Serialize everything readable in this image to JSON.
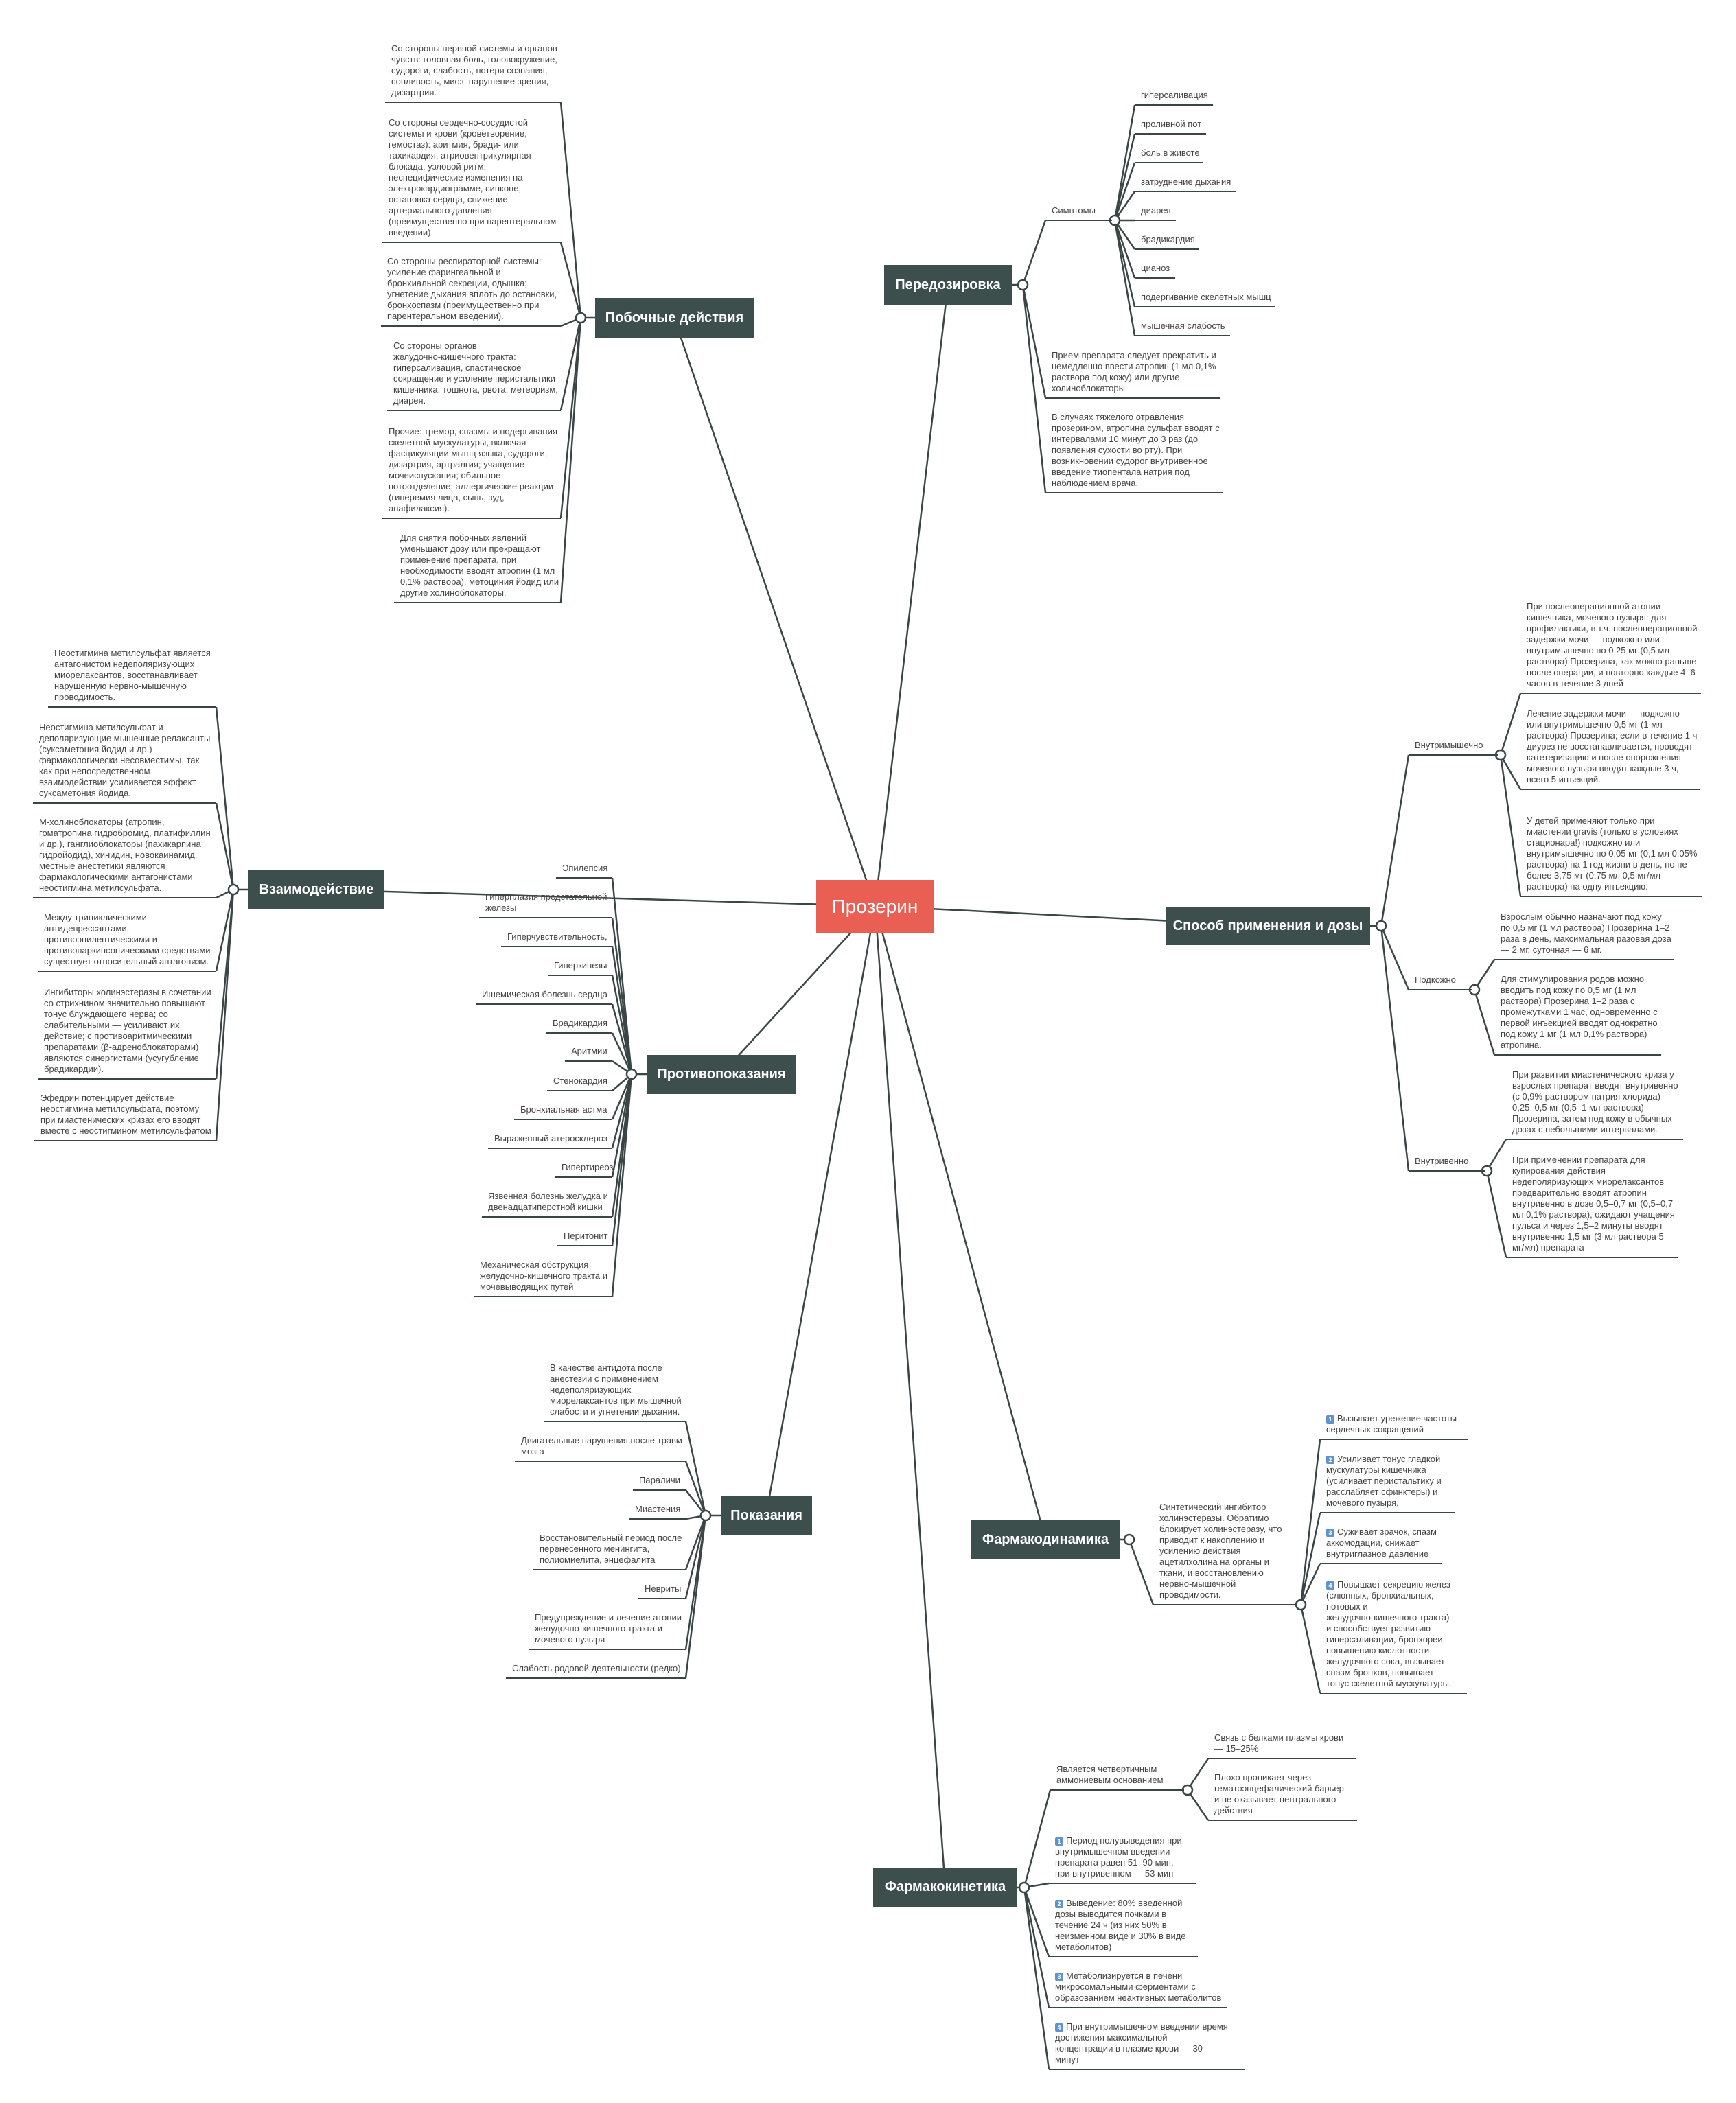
{
  "center": "Прозерин",
  "side_effects": {
    "title": "Побочные действия",
    "items": [
      "Со стороны нервной системы и органов\nчувств: головная боль, головокружение,\nсудороги, слабость, потеря сознания,\nсонливость, миоз, нарушение зрения,\nдизартрия.",
      "Со стороны сердечно-сосудистой\nсистемы и крови (кроветворение,\nгемостаз): аритмия, бради- или\nтахикардия, атриовентрикулярная\nблокада, узловой ритм,\nнеспецифические изменения на\nэлектрокардиограмме, синкопе,\nостановка сердца, снижение\nартериального давления\n(преимущественно при парентеральном\nвведении).",
      "Со стороны респираторной системы:\nусиление фарингеальной и\nбронхиальной секреции, одышка;\nугнетение дыхания вплоть до остановки,\nбронхоспазм (преимущественно при\nпарентеральном введении).",
      "Со стороны органов\nжелудочно-кишечного тракта:\nгиперсаливация, спастическое\nсокращение и усиление перистальтики\nкишечника, тошнота, рвота, метеоризм,\nдиарея.",
      "Прочие: тремор, спазмы и подергивания\nскелетной мускулатуры, включая\nфасцикуляции мышц языка, судороги,\nдизартрия, артралгия; учащение\nмочеиспускания; обильное\nпотоотделение; аллергические реакции\n(гиперемия лица, сыпь, зуд,\nанафилаксия).",
      "Для снятия побочных явлений\nуменьшают дозу или прекращают\nприменение препарата, при\nнеобходимости вводят атропин (1 мл\n0,1% раствора), метоциния йодид или\nдругие холиноблокаторы."
    ]
  },
  "overdose": {
    "title": "Передозировка",
    "symptoms_label": "Симптомы",
    "symptoms": [
      "гиперсаливация",
      "проливной пот",
      "боль в животе",
      "затруднение дыхания",
      "диарея",
      "брадикардия",
      "цианоз",
      "подергивание скелетных мышц",
      "мышечная слабость"
    ],
    "items": [
      "Прием препарата следует прекратить и\nнемедленно ввести атропин (1 мл 0,1%\nраствора под кожу) или другие\nхолиноблокаторы",
      "В случаях тяжелого отравления\nпрозерином, атропина сульфат вводят с\nинтервалами 10 минут до 3 раз (до\nпоявления сухости во рту). При\nвозникновении судорог внутривенное\nвведение тиопентала натрия под\nнаблюдением врача."
    ]
  },
  "interaction": {
    "title": "Взаимодействие",
    "items": [
      "Неостигмина метилсульфат является\nантагонистом недеполяризующих\nмиорелаксантов, восстанавливает\nнарушенную нервно-мышечную\nпроводимость.",
      "Неостигмина метилсульфат и\nдеполяризующие мышечные релаксанты\n(суксаметония йодид и др.)\nфармакологически несовместимы, так\nкак при непосредственном\nвзаимодействии усиливается эффект\nсуксаметония йодида.",
      "М-холиноблокаторы (атропин,\nгоматропина гидробромид, платифиллин\nи др.), ганглиоблокаторы (пахикарпина\nгидройодид), хинидин, новокаинамид,\nместные анестетики являются\nфармакологическими антагонистами\nнеостигмина метилсульфата.",
      "Между трициклическими\nантидепрессантами,\nпротивоэпилептическими и\nпротивопаркинсоническими средствами\nсуществует относительный антагонизм.",
      "Ингибиторы холинэстеразы в сочетании\nсо стрихнином значительно повышают\nтонус блуждающего нерва; со\nслабительными — усиливают их\nдействие; с противоаритмическими\nпрепаратами (β-адреноблокаторами)\nявляются синергистами (усугубление\nбрадикардии).",
      "Эфедрин потенцирует действие\nнеостигмина метилсульфата, поэтому\nпри миастенических кризах его вводят\nвместе с неостигмином метилсульфатом"
    ]
  },
  "contraindications": {
    "title": "Противопоказания",
    "items": [
      "Эпилепсия",
      "Гиперплазия предстательной\nжелезы",
      "Гиперчувствительность,",
      "Гиперкинезы",
      "Ишемическая болезнь сердца",
      "Брадикардия",
      "Аритмии",
      "Стенокардия",
      "Бронхиальная астма",
      "Выраженный атеросклероз",
      "Гипертиреоз",
      "Язвенная болезнь желудка и\nдвенадцатиперстной кишки",
      "Перитонит",
      "Механическая обструкция\nжелудочно-кишечного тракта и\nмочевыводящих путей"
    ]
  },
  "indications": {
    "title": "Показания",
    "items": [
      "В качестве антидота после\nанестезии с применением\nнедеполяризующих\nмиорелаксантов при мышечной\nслабости и угнетении дыхания.",
      "Двигательные нарушения после травм\nмозга",
      "Параличи",
      "Миастения",
      "Восстановительный период после\nперенесенного менингита,\nполиомиелита, энцефалита",
      "Невриты",
      "Предупреждение и лечение атонии\nжелудочно-кишечного тракта и\nмочевого пузыря",
      "Слабость родовой деятельности (редко)"
    ]
  },
  "dosing": {
    "title": "Способ применения и дозы",
    "im": {
      "label": "Внутримышечно",
      "items": [
        "При послеоперационной атонии\nкишечника, мочевого пузыря: для\nпрофилактики, в т.ч. послеоперационной\nзадержки мочи — подкожно или\nвнутримышечно по 0,25 мг (0,5 мл\nраствора) Прозерина, как можно раньше\nпосле операции, и повторно каждые 4–6\nчасов в течение 3 дней",
        "Лечение задержки мочи — подкожно\nили внутримышечно 0,5 мг (1 мл\nраствора) Прозерина; если в течение 1 ч\nдиурез не восстанавливается, проводят\nкатетеризацию и после опорожнения\nмочевого пузыря вводят каждые 3 ч,\nвсего 5 инъекций.",
        "У детей применяют только при\nмиастении gravis (только в условиях\nстационара!) подкожно или\nвнутримышечно по 0,05 мг (0,1 мл 0,05%\nраствора) на 1 год жизни в день, но не\nболее 3,75 мг (0,75 мл 0,5 мг/мл\nраствора) на одну инъекцию."
      ]
    },
    "sc": {
      "label": "Подкожно",
      "items": [
        "Взрослым обычно назначают под кожу\nпо 0,5 мг (1 мл раствора) Прозерина 1–2\nраза в день, максимальная разовая доза\n— 2 мг, суточная — 6 мг.",
        "Для стимулирования родов можно\nвводить под кожу по 0,5 мг (1 мл\nраствора) Прозерина 1–2 раза с\nпромежутками 1 час, одновременно с\nпервой инъекцией вводят однократно\nпод кожу 1 мг (1 мл 0,1% раствора)\nатропина."
      ]
    },
    "iv": {
      "label": "Внутривенно",
      "items": [
        "При развитии миастенического криза у\nвзрослых препарат вводят внутривенно\n(с 0,9% раствором натрия хлорида) —\n0,25–0,5 мг (0,5–1 мл раствора)\nПрозерина, затем под кожу в обычных\nдозах с небольшими интервалами.",
        "При применении препарата для\nкупирования действия\nнедеполяризующих миорелаксантов\nпредварительно вводят атропин\nвнутривенно в дозе 0,5–0,7 мг (0,5–0,7\nмл 0,1% раствора), ожидают учащения\nпульса и через 1,5–2 минуты вводят\nвнутривенно 1,5 мг (3 мл раствора 5\nмг/мл) препарата"
      ]
    }
  },
  "pharmacodynamics": {
    "title": "Фармакодинамика",
    "summary": "Синтетический ингибитор\nхолинэстеразы. Обратимо\nблокирует холинэстеразу, что\nприводит к накоплению и\nусилению действия\nацетилхолина на органы и\nткани, и восстановлению\nнервно-мышечной\nпроводимости.",
    "items": [
      {
        "n": "1",
        "text": "Вызывает урежение частоты\nсердечных сокращений"
      },
      {
        "n": "2",
        "text": "Усиливает тонус гладкой\nмускулатуры кишечника\n(усиливает перистальтику и\nрасслабляет сфинктеры) и\nмочевого пузыря,"
      },
      {
        "n": "3",
        "text": "Суживает зрачок, спазм\nаккомодации, снижает\nвнутриглазное давление"
      },
      {
        "n": "4",
        "text": "Повышает секрецию желез\n(слюнных, бронхиальных,\nпотовых и\nжелудочно-кишечного тракта)\nи способствует развитию\nгиперсаливации, бронхореи,\nповышению кислотности\nжелудочного сока, вызывает\nспазм бронхов, повышает\nтонус скелетной мускулатуры."
      }
    ]
  },
  "pharmacokinetics": {
    "title": "Фармакокинетика",
    "quaternary": {
      "label": "Является четвертичным\nаммониевым основанием",
      "items": [
        "Связь с белками плазмы крови\n— 15–25%",
        "Плохо проникает через\nгематоэнцефалический барьер\nи не оказывает центрального\nдействия"
      ]
    },
    "items": [
      {
        "n": "1",
        "text": "Период полувыведения при\nвнутримышечном введении\nпрепарата равен 51–90 мин,\nпри внутривенном — 53 мин"
      },
      {
        "n": "2",
        "text": "Выведение: 80% введенной\nдозы выводится почками в\nтечение 24 ч (из них 50% в\nнеизменном виде и 30% в виде\nметаболитов)"
      },
      {
        "n": "3",
        "text": "Метаболизируется в печени\nмикросомальными ферментами с\nобразованием неактивных метаболитов"
      },
      {
        "n": "4",
        "text": "При внутримышечном введении время\nдостижения максимальной\nконцентрации в плазме крови — 30\nминут"
      }
    ]
  },
  "colors": {
    "center": "#e95f53",
    "topic": "#3d4f4c",
    "line": "#3a4646",
    "badge": "#5f93cc"
  }
}
